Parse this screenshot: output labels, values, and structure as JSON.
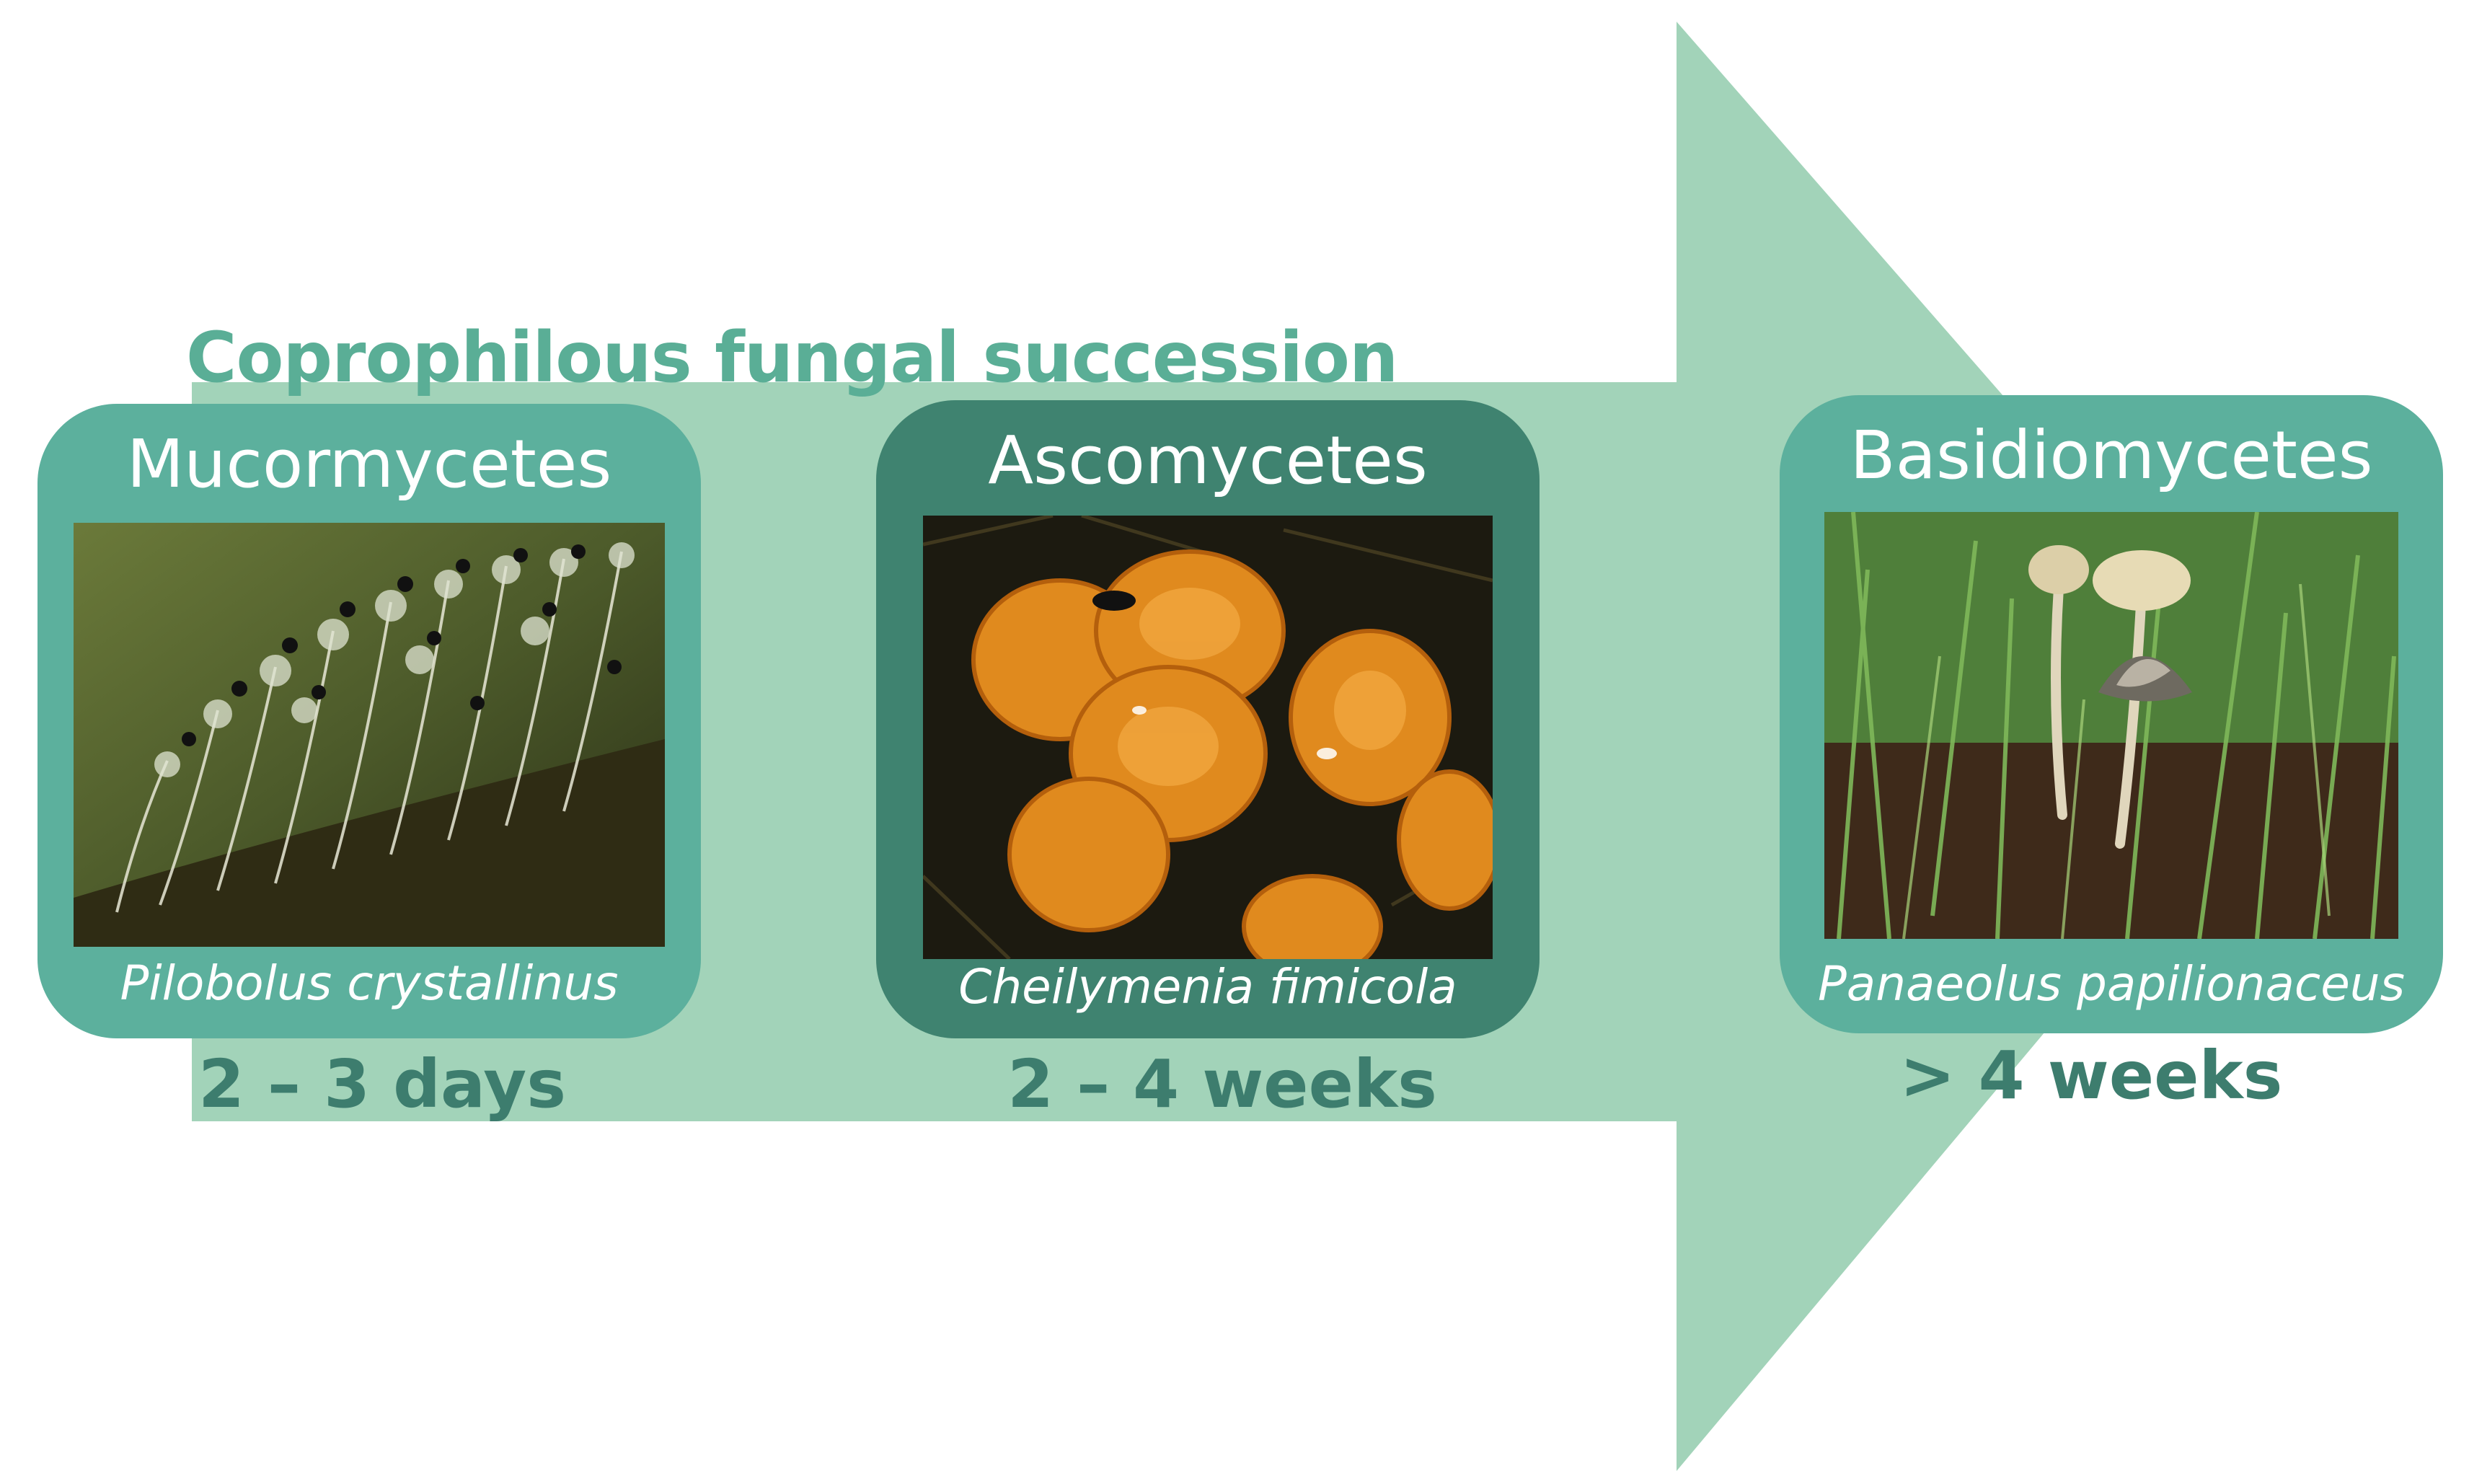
{
  "title": "Coprophilous fungal succession",
  "colors": {
    "arrow": "#a2d3b9",
    "card_light": "#5cb09d",
    "card_dark": "#3f8370",
    "title": "#5aae96",
    "duration": "#3d7d6e"
  },
  "stages": [
    {
      "group": "Mucormycetes",
      "species": "Pilobolus crystallinus",
      "duration": "2 – 3 days",
      "photo_icon": "pilobolus-photo"
    },
    {
      "group": "Ascomycetes",
      "species": "Cheilymenia fimicola",
      "duration": "2 – 4 weeks",
      "photo_icon": "cheilymenia-photo"
    },
    {
      "group": "Basidiomycetes",
      "species": "Panaeolus papilionaceus",
      "duration": "> 4 weeks",
      "photo_icon": "panaeolus-photo"
    }
  ]
}
